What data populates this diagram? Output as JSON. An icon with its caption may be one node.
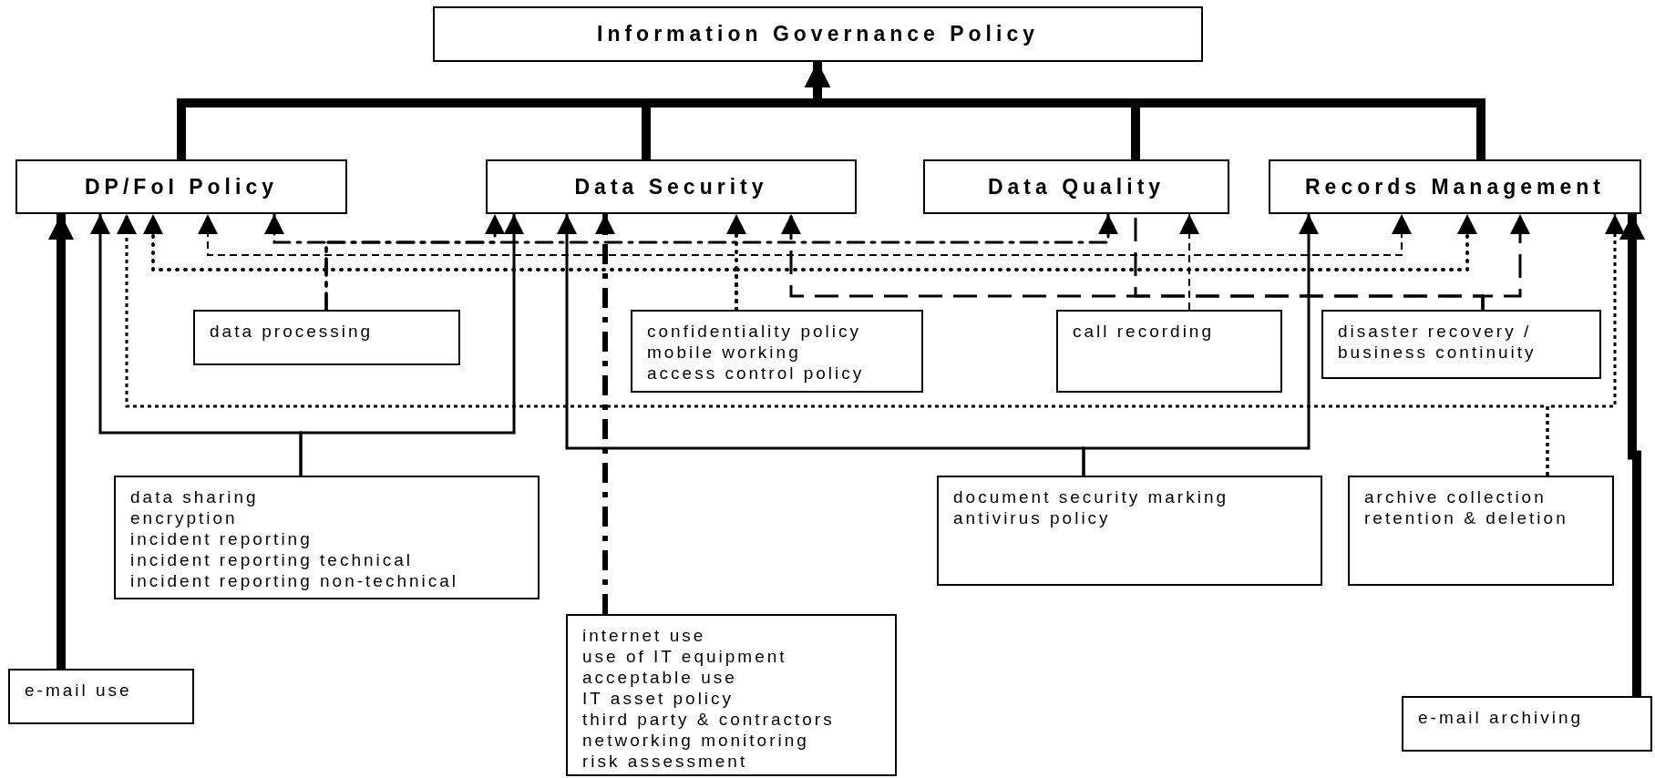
{
  "diagram": {
    "nodes": [
      {
        "text": [
          "Information Governance Policy"
        ]
      },
      {
        "text": [
          "DP/FoI Policy"
        ]
      },
      {
        "text": [
          "Data Security"
        ]
      },
      {
        "text": [
          "Data Quality"
        ]
      },
      {
        "text": [
          "Records Management"
        ]
      },
      {
        "text": [
          "data processing"
        ]
      },
      {
        "text": [
          "confidentiality policy",
          "mobile working",
          "access control policy"
        ]
      },
      {
        "text": [
          "call recording"
        ]
      },
      {
        "text": [
          "disaster recovery / business continuity"
        ]
      },
      {
        "text": [
          "data sharing",
          "encryption",
          "incident reporting",
          "incident reporting technical",
          "incident  reporting non-technical"
        ]
      },
      {
        "text": [
          "document security marking",
          "antivirus policy"
        ]
      },
      {
        "text": [
          "archive collection",
          "retention & deletion"
        ]
      },
      {
        "text": [
          "e-mail use"
        ]
      },
      {
        "text": [
          "internet use",
          "use of IT equipment",
          "acceptable use",
          "IT asset policy",
          "third party & contractors",
          "networking monitoring",
          "risk assessment"
        ]
      },
      {
        "text": [
          "e-mail archiving"
        ]
      }
    ],
    "edges": [
      {
        "from": 1,
        "to": 0,
        "arrow": "to",
        "style": "thick"
      },
      {
        "from": 2,
        "to": 0,
        "arrow": "to",
        "style": "thick"
      },
      {
        "from": 3,
        "to": 0,
        "arrow": "to",
        "style": "thick"
      },
      {
        "from": 4,
        "to": 0,
        "arrow": "to",
        "style": "thick"
      },
      {
        "from": 5,
        "to": 1,
        "arrow": "to",
        "style": "dashed"
      },
      {
        "from": 5,
        "to": 2,
        "arrow": "to",
        "style": "dashed"
      },
      {
        "from": 5,
        "to": 3,
        "arrow": "to",
        "style": "dashed"
      },
      {
        "from": 7,
        "to": 1,
        "arrow": "to",
        "style": "dashed"
      },
      {
        "from": 7,
        "to": 3,
        "arrow": "to",
        "style": "dashed"
      },
      {
        "from": 7,
        "to": 4,
        "arrow": "to",
        "style": "dashed"
      },
      {
        "from": 6,
        "to": 1,
        "arrow": "to",
        "style": "dashed"
      },
      {
        "from": 6,
        "to": 2,
        "arrow": "to",
        "style": "dashed"
      },
      {
        "from": 6,
        "to": 4,
        "arrow": "to",
        "style": "dashed"
      },
      {
        "from": 8,
        "to": 2,
        "arrow": "to",
        "style": "dashed"
      },
      {
        "from": 8,
        "to": 3,
        "arrow": "none",
        "style": "dashed"
      },
      {
        "from": 8,
        "to": 4,
        "arrow": "to",
        "style": "dashed"
      },
      {
        "from": 9,
        "to": 1,
        "arrow": "to"
      },
      {
        "from": 9,
        "to": 2,
        "arrow": "to"
      },
      {
        "from": 10,
        "to": 2,
        "arrow": "to"
      },
      {
        "from": 10,
        "to": 4,
        "arrow": "to"
      },
      {
        "from": 11,
        "to": 1,
        "arrow": "to",
        "style": "dashed"
      },
      {
        "from": 11,
        "to": 4,
        "arrow": "to",
        "style": "dashed"
      },
      {
        "from": 12,
        "to": 1,
        "arrow": "to",
        "style": "thick"
      },
      {
        "from": 13,
        "to": 2,
        "arrow": "to",
        "style": "dashed"
      },
      {
        "from": 14,
        "to": 4,
        "arrow": "to",
        "style": "thick"
      }
    ]
  }
}
